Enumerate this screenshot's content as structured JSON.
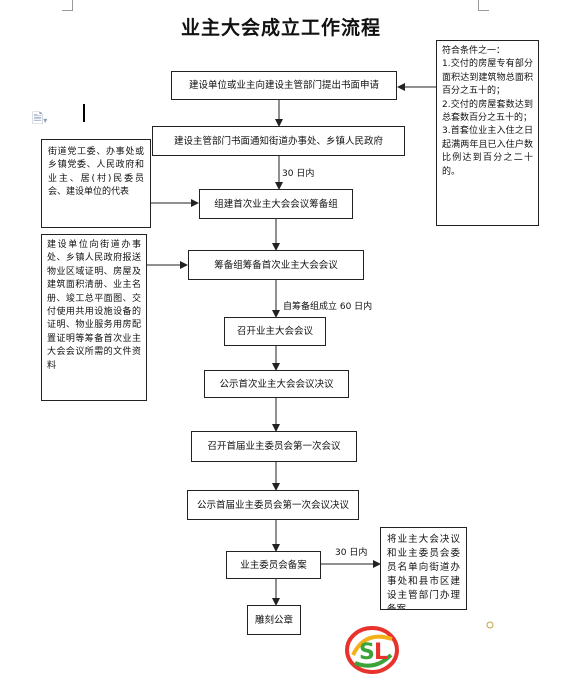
{
  "title": "业主大会成立工作流程",
  "steps": [
    "建设单位或业主向建设主管部门提出书面申请",
    "建设主管部门书面通知街道办事处、乡镇人民政府",
    "组建首次业主大会会议筹备组",
    "筹备组筹备首次业主大会会议",
    "召开业主大会会议",
    "公示首次业主大会会议决议",
    "召开首届业主委员会第一次会议",
    "公示首届业主委员会第一次会议决议",
    "业主委员会备案",
    "雕刻公章"
  ],
  "edge_labels": {
    "days30": "30 日内",
    "days60": "自筹备组成立 60 日内",
    "filing_days30": "30 日内"
  },
  "notes": {
    "conditions": {
      "heading": "符合条件之一：",
      "items": [
        "1.交付的房屋专有部分面积达到建筑物总面积百分之五十的；",
        "2.交付的房屋套数达到总套数百分之五十的；",
        "3.首套位业主入住之日起满两年且已入住户数比例达到百分之二十的。"
      ]
    },
    "committee_members": "街道党工委、办事处或乡镇党委、人民政府和业主、居(村)民委员会、建设单位的代表",
    "materials": "建设单位向街道办事处、乡镇人民政府报送物业区域证明、房屋及建筑面积清册、业主名册、竣工总平面图、交付使用共用设施设备的证明、物业服务用房配置证明等筹备首次业主大会会议所需的文件资料",
    "filing": "将业主大会决议和业主委员会委员名单向街道办事处和县市区建设主管部门办理备案。"
  },
  "colors": {
    "line": "#222222",
    "logo_red": "#e8322c",
    "logo_green": "#3aa33a",
    "logo_yellow": "#f2b118"
  },
  "icons": [
    "document-icon",
    "logo-icon",
    "small-circle-icon"
  ]
}
